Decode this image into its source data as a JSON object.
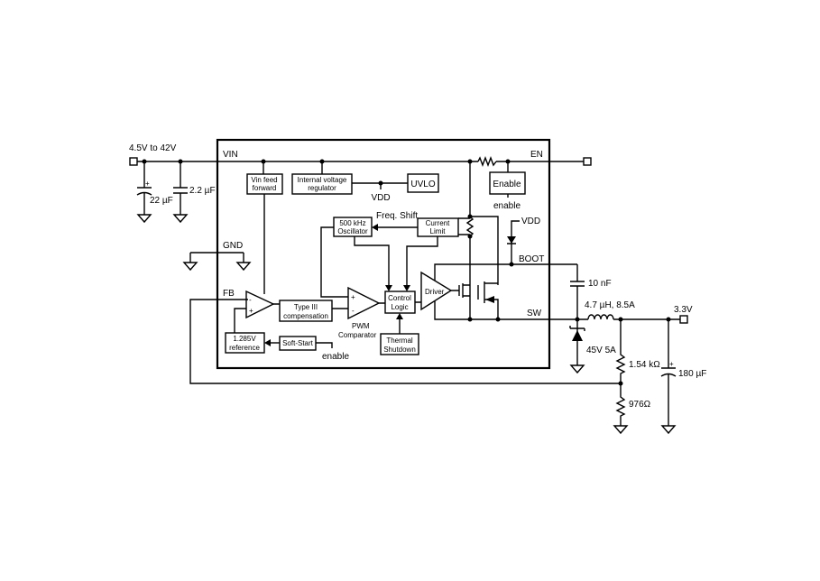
{
  "input": {
    "voltage_label": "4.5V to 42V",
    "cap1": "22 µF",
    "cap2": "2.2 µF"
  },
  "pins": {
    "vin": "VIN",
    "en": "EN",
    "gnd": "GND",
    "fb": "FB",
    "boot": "BOOT",
    "sw": "SW"
  },
  "blocks": {
    "vin_ff": [
      "Vin feed",
      "forward"
    ],
    "regulator": [
      "Internal voltage",
      "regulator"
    ],
    "vdd": "VDD",
    "uvlo": "UVLO",
    "enable_box": "Enable",
    "enable_text": "enable",
    "oscillator": [
      "500 kHz",
      "Oscillator"
    ],
    "freq_shift": "Freq. Shift",
    "current_limit": [
      "Current",
      "Limit"
    ],
    "vdd2": "VDD",
    "type3": [
      "Type III",
      "compensation"
    ],
    "pwm": [
      "PWM",
      "Comparator"
    ],
    "control": [
      "Control",
      "Logic"
    ],
    "driver": "Driver",
    "thermal": [
      "Thermal",
      "Shutdown"
    ],
    "reference": [
      "1.285V",
      "reference"
    ],
    "softstart": "Soft-Start",
    "enable_text2": "enable",
    "amp_minus": "-",
    "amp_plus": "+"
  },
  "output": {
    "boot_cap": "10 nF",
    "inductor": "4.7 µH, 8.5A",
    "diode": "45V 5A",
    "r_top": "1.54 kΩ",
    "r_bot": "976Ω",
    "out_cap": "180 µF",
    "voltage_label": "3.3V"
  }
}
